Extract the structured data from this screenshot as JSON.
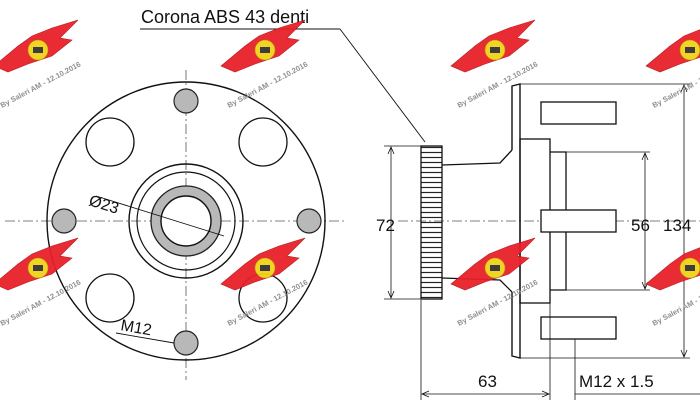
{
  "labels": {
    "corona_abs": "Corona ABS 43 denti",
    "bore_diameter": "Ø23",
    "stud_thread_left": "M12",
    "flange_height": "72",
    "pilot_diameter": "56",
    "overall_diameter": "134",
    "hub_length": "63",
    "stud_thread_right": "M12 x 1.5"
  },
  "watermark": {
    "text": "By Saleri AM - 12.10.2016",
    "logo_color": "#e8202a",
    "badge_color": "#f2d21a"
  }
}
